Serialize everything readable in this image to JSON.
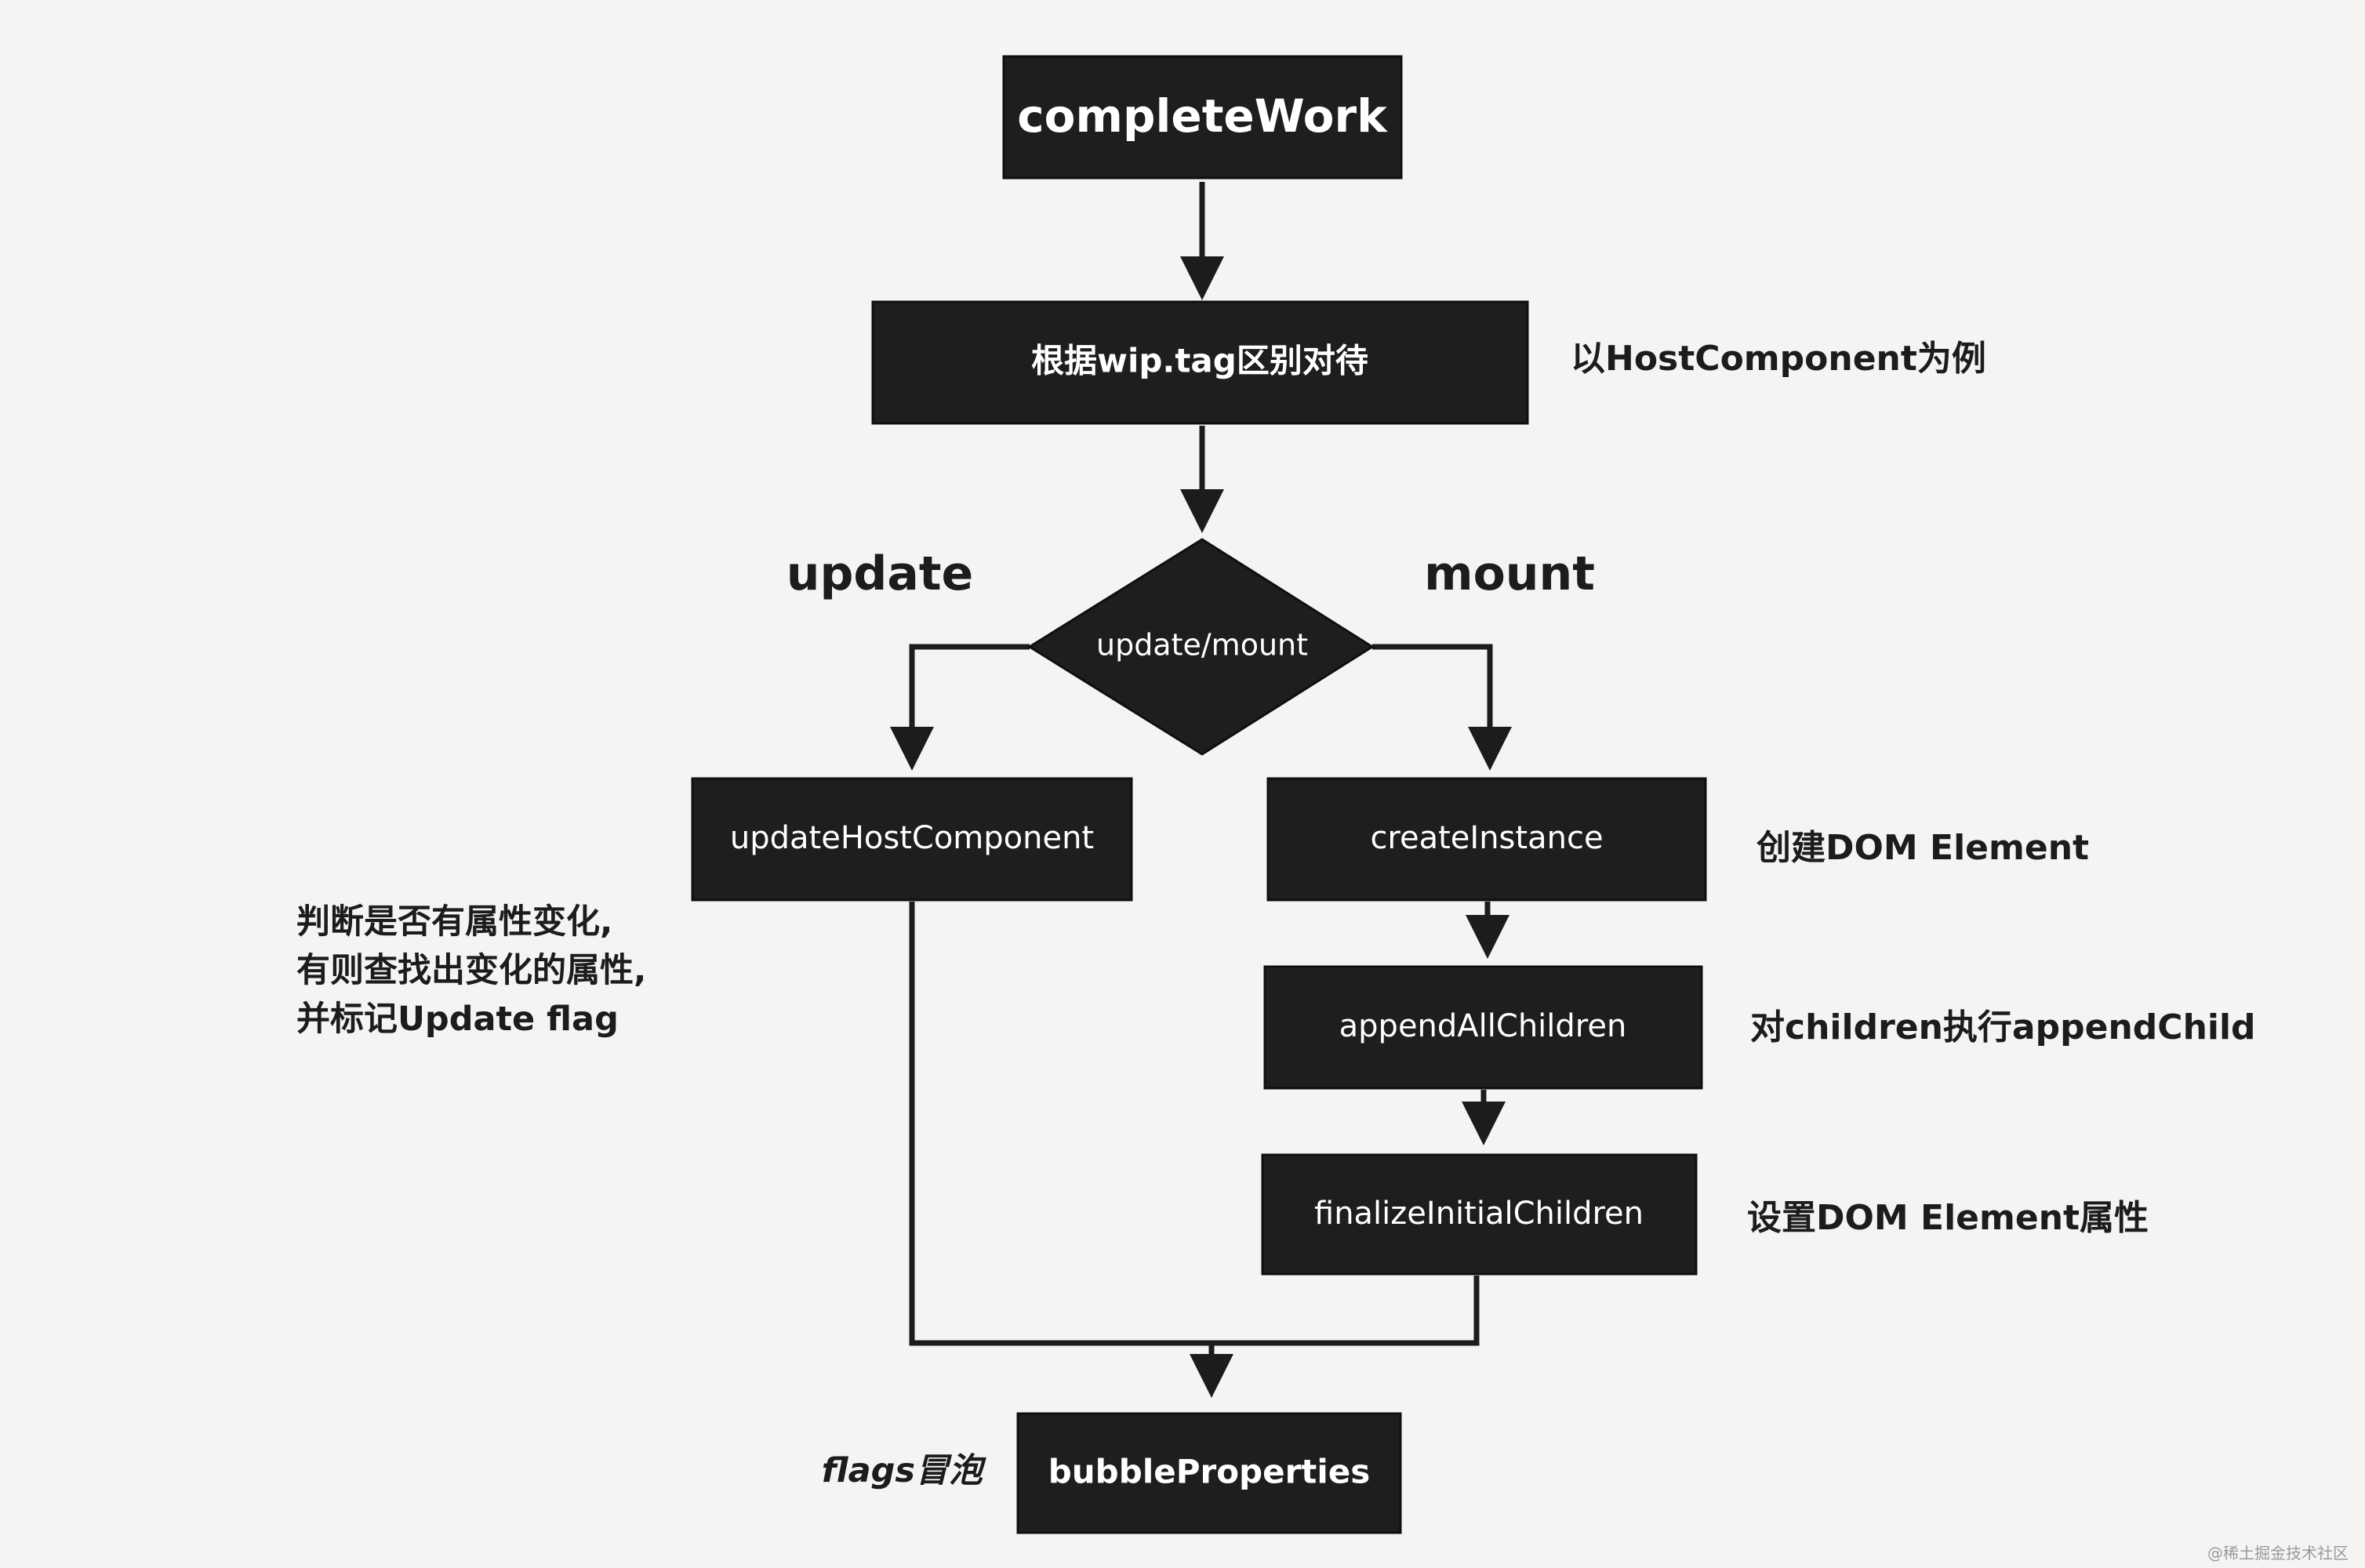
{
  "nodes": {
    "complete_work": "completeWork",
    "tag_switch": "根据wip.tag区别对待",
    "decision": "update/mount",
    "update_host_component": "updateHostComponent",
    "create_instance": "createInstance",
    "append_all_children": "appendAllChildren",
    "finalize_initial_children": "finalizeInitialChildren",
    "bubble_properties": "bubbleProperties"
  },
  "branch_labels": {
    "update": "update",
    "mount": "mount"
  },
  "notes": {
    "tag_switch": "以HostComponent为例",
    "create_instance": "创建DOM Element",
    "append_all_children": "对children执行appendChild",
    "finalize_initial_children": "设置DOM Element属性",
    "update_host_component": [
      "判断是否有属性变化,",
      "有则查找出变化的属性,",
      "并标记Update flag"
    ],
    "bubble_properties": "flags冒泡"
  },
  "watermark": "@稀土掘金技术社区",
  "colors": {
    "box_fill": "#1e1e20",
    "line": "#1c1c1e",
    "background": "#f4f4f2",
    "box_text": "#ffffff"
  }
}
